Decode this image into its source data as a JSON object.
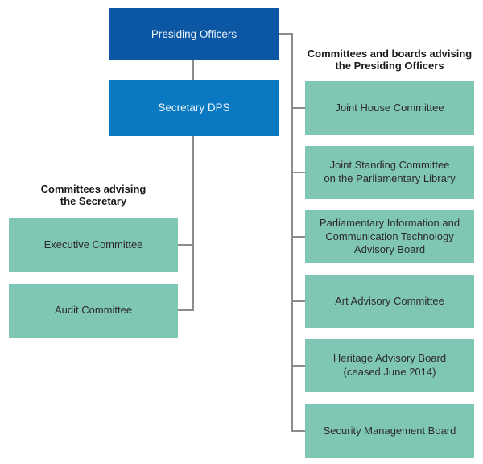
{
  "diagram": {
    "type": "org-chart",
    "nodes": {
      "presiding_officers": "Presiding Officers",
      "secretary_dps": "Secretary DPS"
    },
    "headings": {
      "presiding_committees": "Committees and boards advising\nthe Presiding Officers",
      "secretary_committees": "Committees advising\nthe Secretary"
    },
    "secretary_committees": [
      {
        "label": "Executive Committee"
      },
      {
        "label": "Audit Committee"
      }
    ],
    "presiding_committees": [
      {
        "label": "Joint House Committee"
      },
      {
        "label": "Joint Standing Committee\non the Parliamentary Library"
      },
      {
        "label": "Parliamentary Information and\nCommunication Technology\nAdvisory Board"
      },
      {
        "label": "Art Advisory Committee"
      },
      {
        "label": "Heritage Advisory Board\n(ceased June 2014)"
      },
      {
        "label": "Security Management Board"
      }
    ],
    "hierarchy": {
      "presiding_officers_reports": [
        "secretary_dps",
        "presiding_committees"
      ],
      "secretary_dps_reports": [
        "secretary_committees"
      ]
    },
    "colors": {
      "presiding_box": "#0b57a4",
      "secretary_box": "#0b79c1",
      "committee_box": "#80c6b4",
      "connector_line": "#8c8c8c",
      "heading_text": "#1a1a1a",
      "committee_text": "#2b2b2b",
      "blue_box_text": "#eef5fb"
    }
  }
}
